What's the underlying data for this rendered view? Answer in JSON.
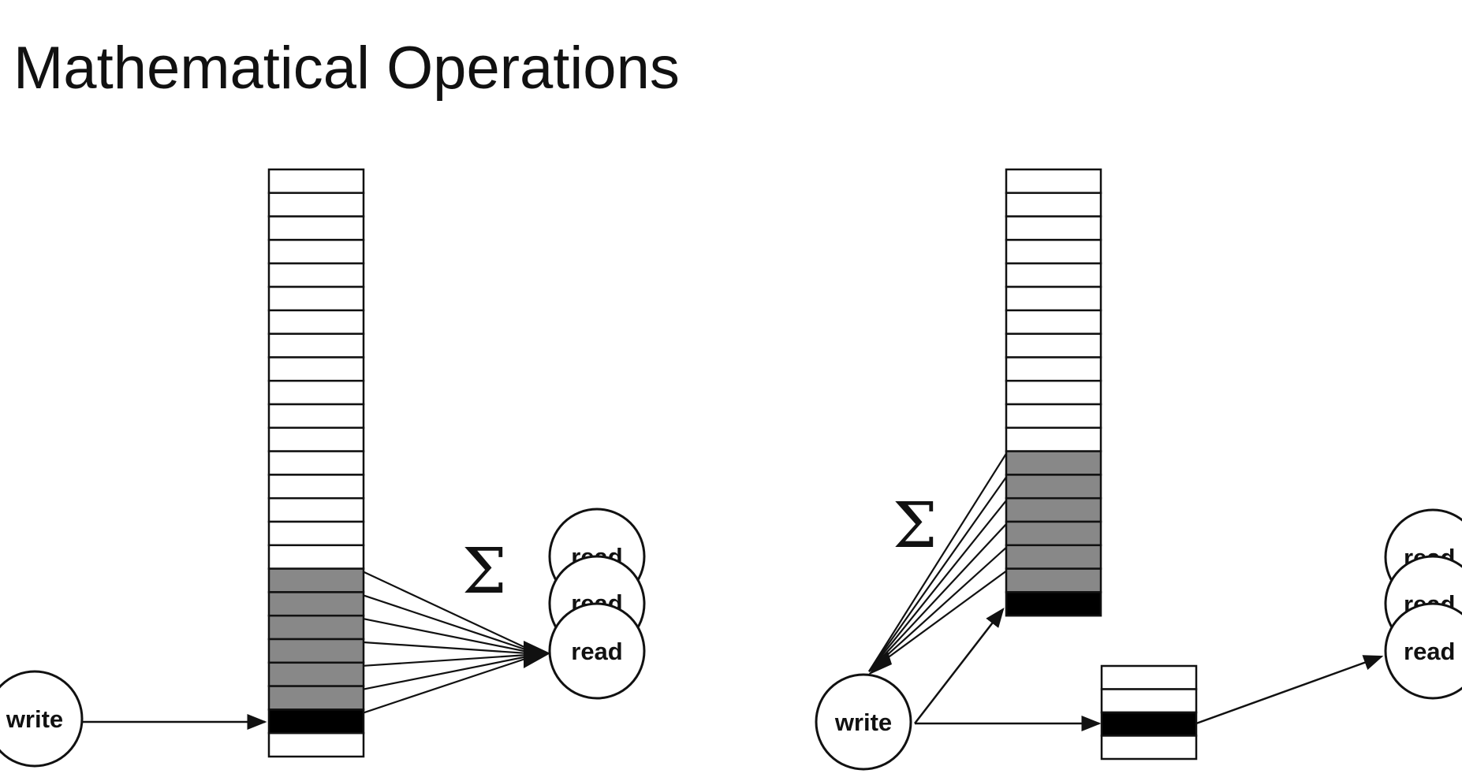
{
  "title": "Mathematical Operations",
  "colors": {
    "empty_cell": "#ffffff",
    "read_cell": "#888888",
    "write_cell": "#000000",
    "stroke": "#111111"
  },
  "left_panel": {
    "sigma": "Σ",
    "write_label": "write",
    "read_labels": [
      "read",
      "read",
      "read"
    ],
    "memory_cells": [
      "empty",
      "empty",
      "empty",
      "empty",
      "empty",
      "empty",
      "empty",
      "empty",
      "empty",
      "empty",
      "empty",
      "empty",
      "empty",
      "empty",
      "empty",
      "empty",
      "empty",
      "read",
      "read",
      "read",
      "read",
      "read",
      "read",
      "write",
      "empty"
    ]
  },
  "right_panel": {
    "sigma": "Σ",
    "write_label": "write",
    "read_labels": [
      "read",
      "read",
      "read"
    ],
    "memory_cells": [
      "empty",
      "empty",
      "empty",
      "empty",
      "empty",
      "empty",
      "empty",
      "empty",
      "empty",
      "empty",
      "empty",
      "empty",
      "read",
      "read",
      "read",
      "read",
      "read",
      "read",
      "write"
    ],
    "output_cells": [
      "empty",
      "empty",
      "write",
      "empty"
    ]
  }
}
